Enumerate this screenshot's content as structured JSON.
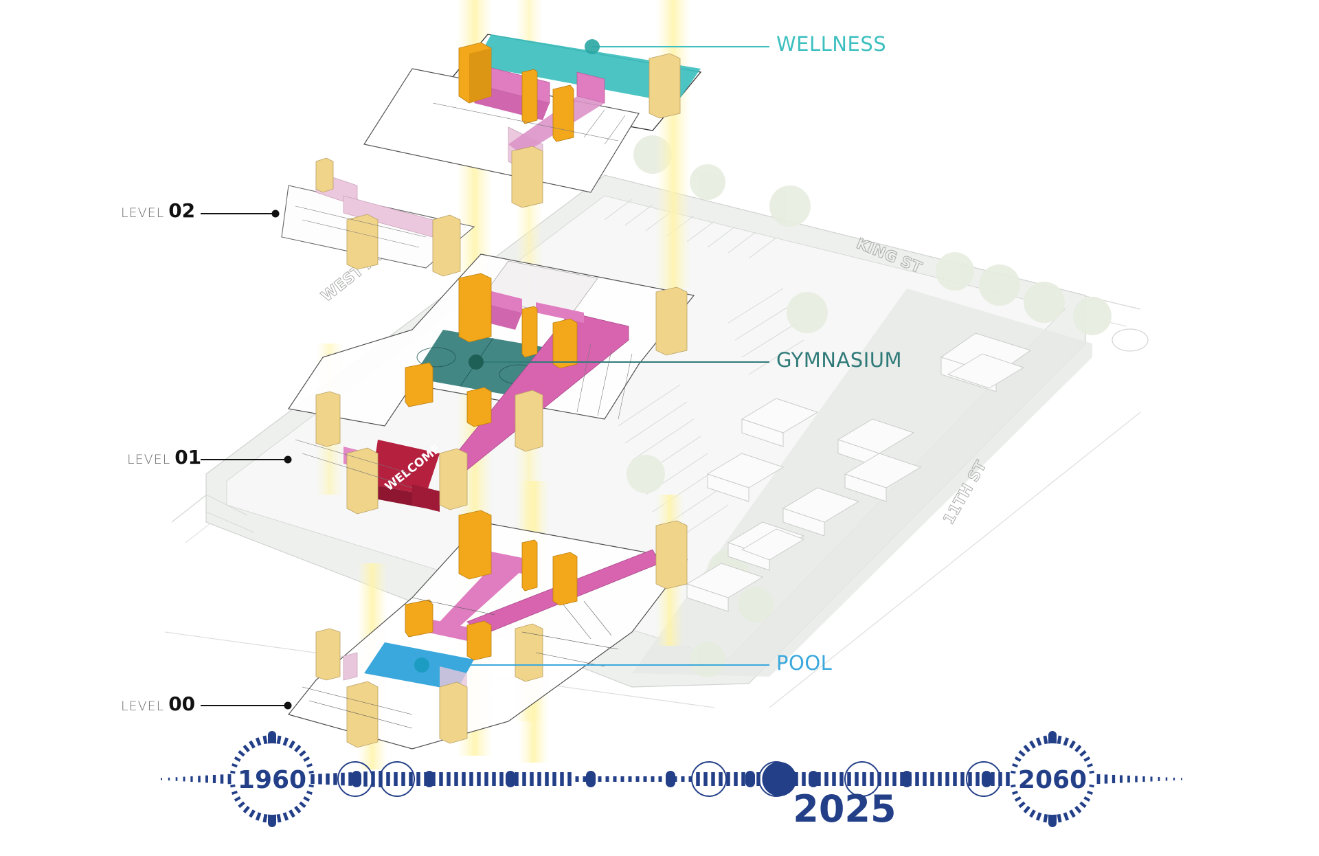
{
  "diagram": {
    "type": "exploded axonometric building diagram",
    "colors": {
      "wellness": "#3dbfbf",
      "gymnasium": "#2f7a78",
      "pool": "#3aa8dc",
      "welcome": "#b5203f",
      "circulation": "#e07cc0",
      "core_orange": "#f3a81c",
      "core_tan": "#f0d48a",
      "light_beam": "#fff5b0",
      "timeline": "#233f88",
      "site_gray": "#e8ebe8",
      "tree": "#e6ecdf"
    },
    "callouts": [
      {
        "id": "wellness",
        "label": "WELLNESS"
      },
      {
        "id": "gymnasium",
        "label": "GYMNASIUM"
      },
      {
        "id": "pool",
        "label": "POOL"
      }
    ],
    "levels": [
      {
        "word": "LEVEL",
        "number": "02"
      },
      {
        "word": "LEVEL",
        "number": "01"
      },
      {
        "word": "LEVEL",
        "number": "00"
      }
    ],
    "welcome_label": "WELCOME",
    "streets": [
      "KING ST",
      "WEST AVE",
      "11TH ST"
    ]
  },
  "timeline": {
    "start_year": "1960",
    "end_year": "2060",
    "current_year": "2025",
    "current_fraction": 0.65,
    "ring_marker_count": 6
  }
}
